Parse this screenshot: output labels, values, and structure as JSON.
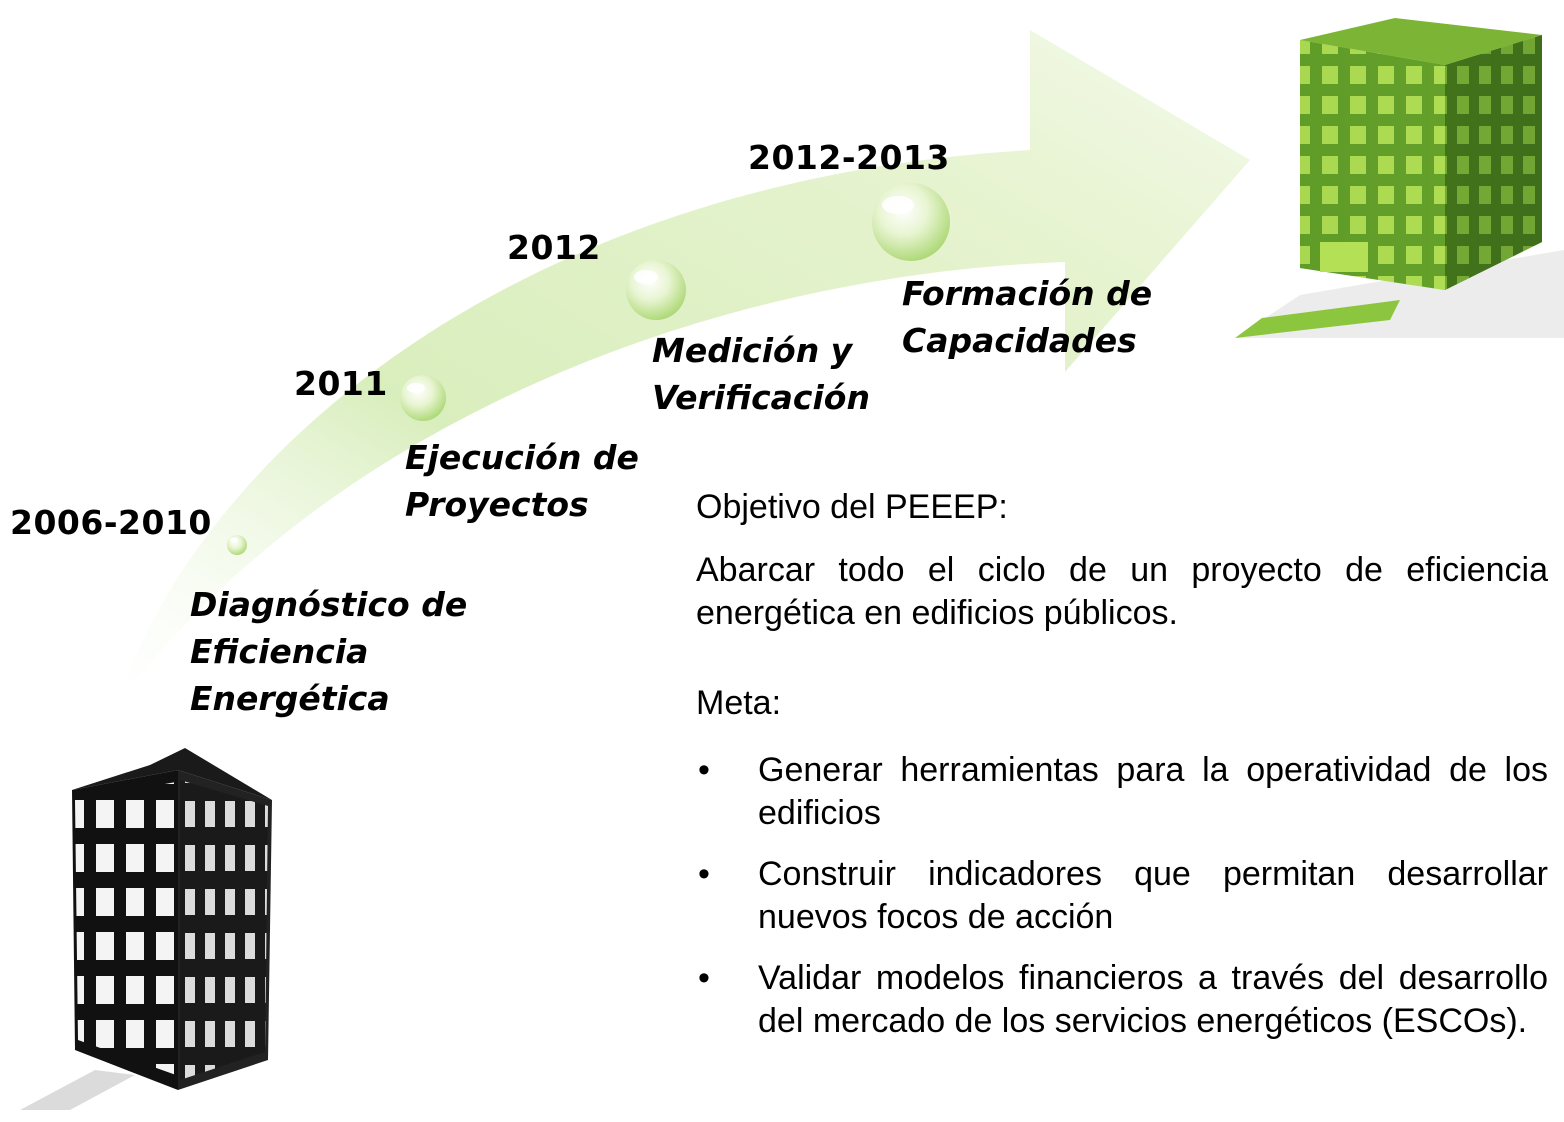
{
  "timeline": [
    {
      "year": "2006-2010",
      "lines": [
        "Diagnóstico de",
        "Eficiencia",
        "Energética"
      ]
    },
    {
      "year": "2011",
      "lines": [
        "Ejecución de",
        "Proyectos"
      ]
    },
    {
      "year": "2012",
      "lines": [
        "Medición y",
        "Verificación"
      ]
    },
    {
      "year": "2012-2013",
      "lines": [
        "Formación de",
        "Capacidades"
      ]
    }
  ],
  "objective": {
    "label": "Objetivo del PEEEP:",
    "text": "Abarcar todo el ciclo de un proyecto de eficiencia energética en edificios públicos."
  },
  "goals": {
    "label": "Meta:",
    "bullet": "•",
    "items": [
      "Generar herramientas para la operatividad de los edificios",
      "Construir indicadores que permitan desarrollar nuevos focos de acción",
      "Validar modelos financieros  a través del desarrollo del mercado de los servicios energéticos (ESCOs)."
    ]
  },
  "colors": {
    "arrow_light": "#eef7dc",
    "arrow_mid": "#d4ebb4",
    "green_building": "#8fc43a",
    "dark_building": "#111111"
  }
}
